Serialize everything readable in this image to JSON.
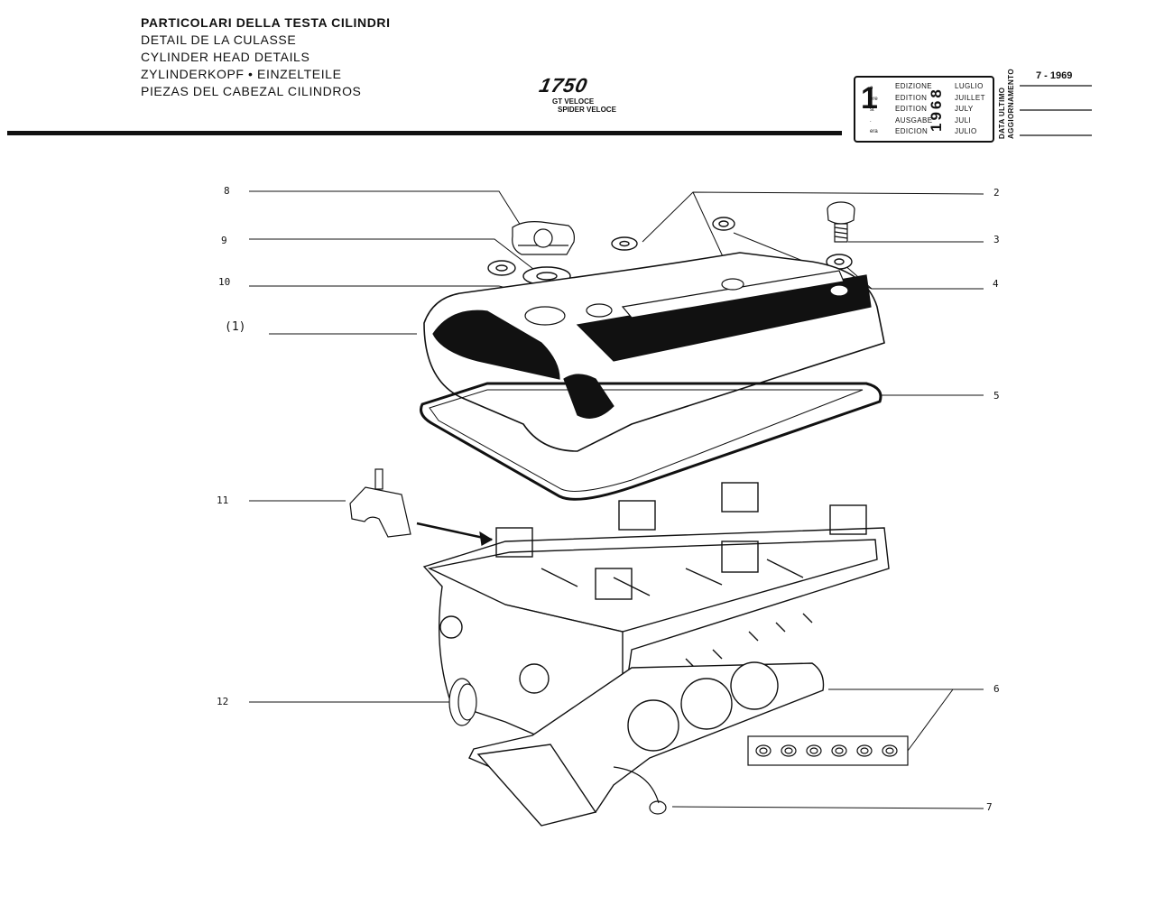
{
  "header": {
    "titles": [
      "PARTICOLARI DELLA TESTA CILINDRI",
      "DETAIL DE LA CULASSE",
      "CYLINDER HEAD DETAILS",
      "ZYLINDERKOPF • EINZELTEILE",
      "PIEZAS DEL CABEZAL CILINDROS"
    ],
    "model": "1750",
    "model_variants": [
      "GT VELOCE",
      "SPIDER VELOCE"
    ]
  },
  "edition_box": {
    "number": "1",
    "ordinals": [
      "o",
      "ere",
      "st",
      ".",
      "era"
    ],
    "edition_words": [
      "EDIZIONE",
      "EDITION",
      "EDITION",
      "AUSGABE",
      "EDICION"
    ],
    "year": "1968",
    "months": [
      "LUGLIO",
      "JUILLET",
      "JULY",
      "JULI",
      "JULIO"
    ],
    "update_label_1": "DATA ULTIMO",
    "update_label_2": "AGGIORNAMENTO",
    "update_date": "7 - 1969"
  },
  "callouts": {
    "c1": "(1)",
    "c2": "2",
    "c3": "3",
    "c4": "4",
    "c5": "5",
    "c6": "6",
    "c7": "7",
    "c8": "8",
    "c9": "9",
    "c10": "10",
    "c11": "11",
    "c12": "12"
  }
}
